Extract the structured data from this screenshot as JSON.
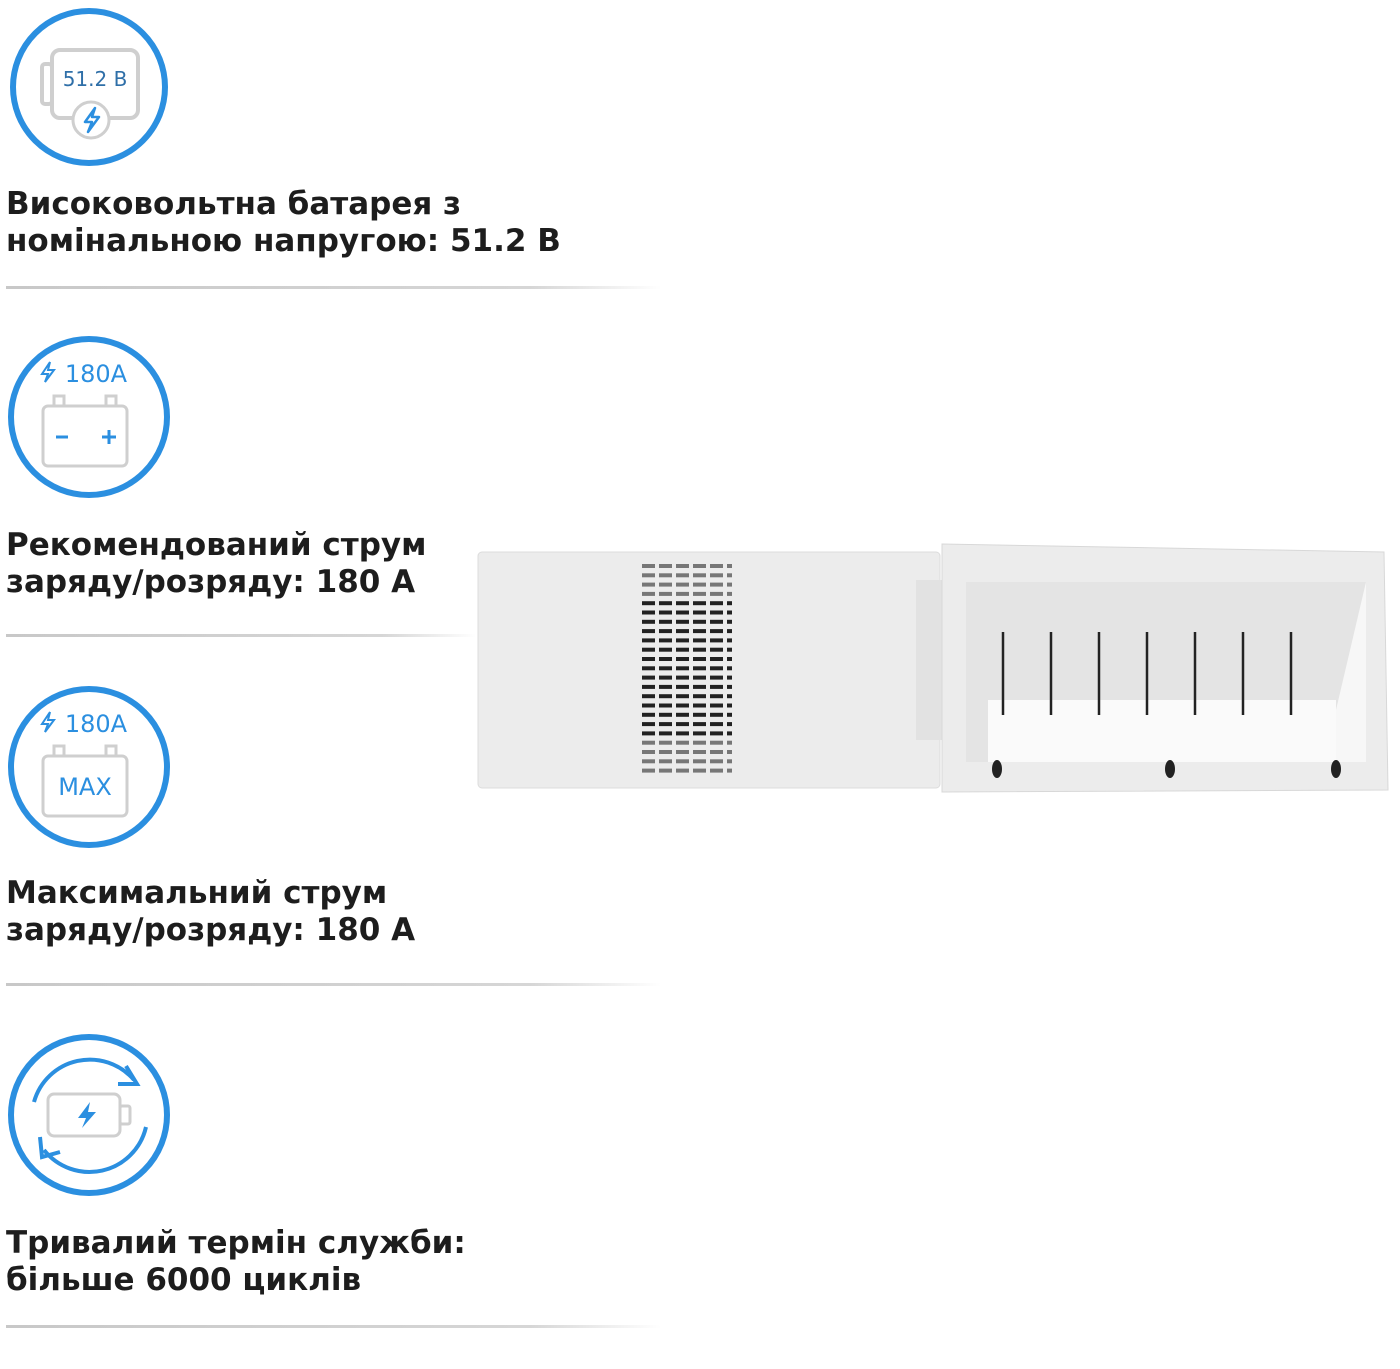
{
  "accent_color": "#2b8fe0",
  "features": [
    {
      "icon": "battery-voltage-icon",
      "icon_text": "51.2 B",
      "text": "Високовольтна батарея з\nномінальною напругою: 51.2 В"
    },
    {
      "icon": "battery-current-icon",
      "icon_text": "180A",
      "text": "Рекомендований струм\nзаряду/розряду: 180 А"
    },
    {
      "icon": "battery-max-current-icon",
      "icon_text": "180A",
      "icon_subtext": "MAX",
      "text": "Максимальний струм\nзаряду/розряду: 180 А"
    },
    {
      "icon": "battery-cycle-icon",
      "text": "Тривалий термін служби:\nбільше 6000 циклів"
    }
  ]
}
